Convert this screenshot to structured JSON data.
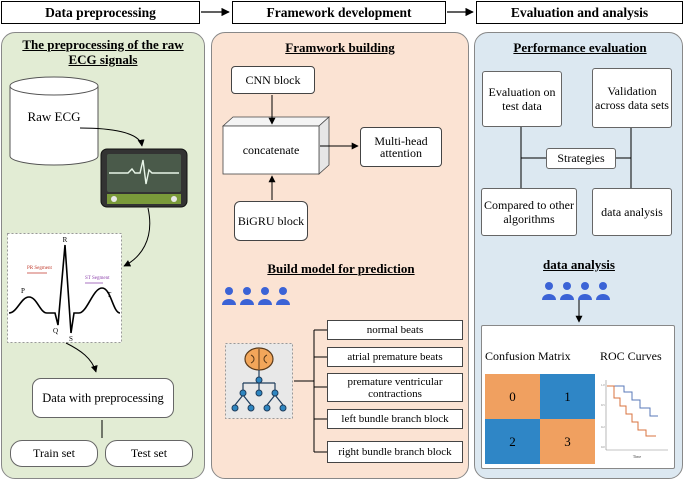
{
  "stages": [
    "Data preprocessing",
    "Framework development",
    "Evaluation and analysis"
  ],
  "left": {
    "title": "The preprocessing of the raw ECG signals",
    "raw_ecg": "Raw ECG",
    "ecg_labels": {
      "r": "R",
      "p": "P",
      "q": "Q",
      "s": "S",
      "t": "T",
      "pr": "PR Segment",
      "st": "ST Segment"
    },
    "data_pre": "Data with preprocessing",
    "train": "Train set",
    "test": "Test set"
  },
  "middle": {
    "title": "Framwork building",
    "cnn": "CNN block",
    "concat": "concatenate",
    "mha": "Multi-head attention",
    "bigru": "BiGRU block",
    "build_title": "Build model for prediction",
    "classes": [
      "normal beats",
      "atrial premature beats",
      "premature ventricular contractions",
      "left bundle branch block",
      "right bundle branch block"
    ]
  },
  "right": {
    "title": "Performance evaluation",
    "eval_test": "Evaluation on test data",
    "validation": "Validation across data sets",
    "strategies": "Strategies",
    "compared": "Compared to other algorithms",
    "data_analysis_box": "data analysis",
    "analysis_title": "data analysis",
    "confusion": "Confusion Matrix",
    "roc": "ROC Curves",
    "cm_values": [
      "0",
      "1",
      "2",
      "3"
    ],
    "roc_xlabel": "Time"
  },
  "colors": {
    "left_bg": "#e2ecd4",
    "mid_bg": "#fbe3d3",
    "right_bg": "#dce8f1",
    "people": "#3b63d6",
    "cm_orange": "#f0a060",
    "cm_blue": "#2f86c6"
  }
}
